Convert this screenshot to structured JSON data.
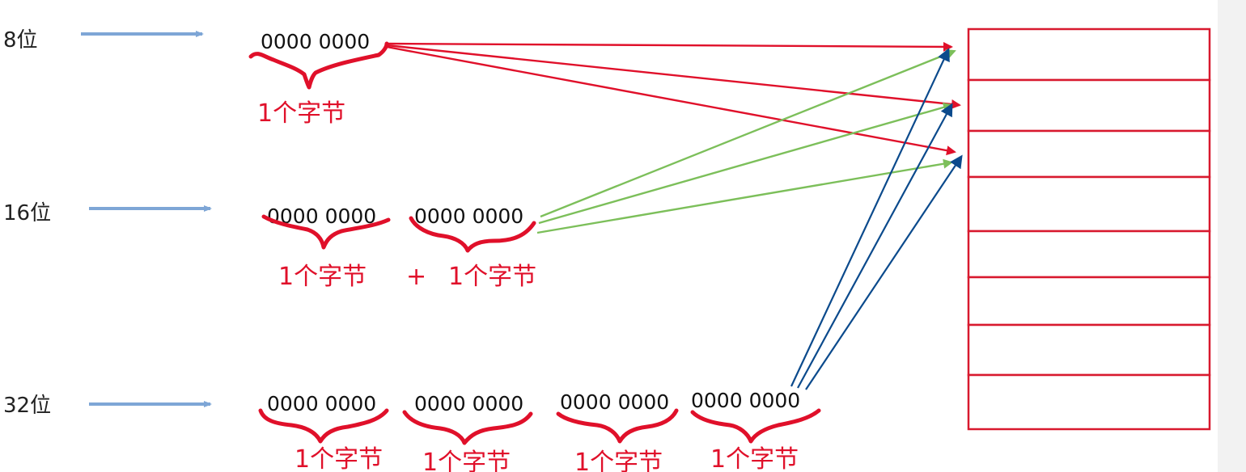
{
  "colors": {
    "red": "#e0102a",
    "green": "#7cbf5a",
    "blue": "#0b4a8c",
    "steel": "#7ea6d6",
    "memory_border": "#d8192e"
  },
  "rows": [
    {
      "label": "8位",
      "groups": [
        "0000 0000"
      ],
      "bytes": [
        "1个字节"
      ]
    },
    {
      "label": "16位",
      "groups": [
        "0000 0000",
        "0000 0000"
      ],
      "bytes": [
        "1个字节",
        "+",
        "1个字节"
      ]
    },
    {
      "label": "32位",
      "groups": [
        "0000 0000",
        "0000 0000",
        "0000 0000",
        "0000 0000"
      ],
      "bytes": [
        "1个字节",
        "1个字节",
        "1个字节",
        "1个字节"
      ]
    }
  ],
  "memory": {
    "cell_count": 8
  },
  "links": [
    {
      "from_row": 0,
      "to_cells": [
        0,
        1,
        2
      ],
      "color": "red"
    },
    {
      "from_row": 1,
      "to_cells": [
        0,
        1,
        2
      ],
      "color": "green"
    },
    {
      "from_row": 2,
      "to_cells": [
        0,
        1,
        2
      ],
      "color": "blue"
    }
  ]
}
